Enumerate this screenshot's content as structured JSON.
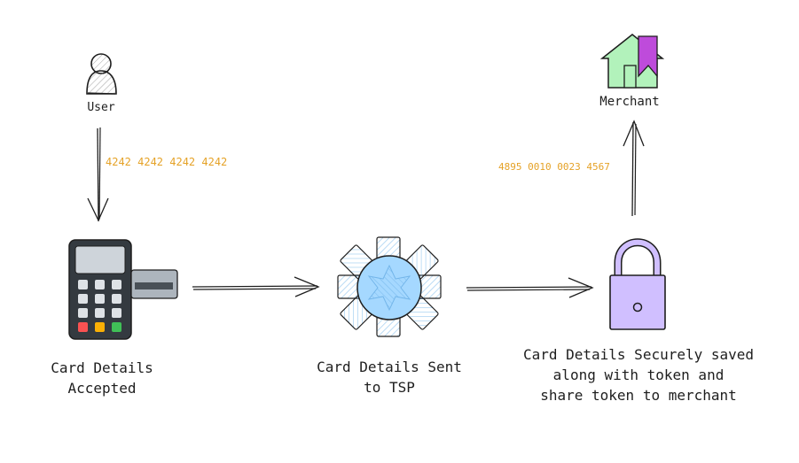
{
  "nodes": {
    "user": {
      "label": "User",
      "icon": "user-icon"
    },
    "pos": {
      "label": "Card Details\nAccepted",
      "icon": "card-terminal-icon"
    },
    "tsp": {
      "label": "Card Details Sent\nto TSP",
      "icon": "gear-icon"
    },
    "vault": {
      "label": "Card Details Securely saved\nalong with token and\nshare token to merchant",
      "icon": "lock-icon"
    },
    "merchant": {
      "label": "Merchant",
      "icon": "store-icon"
    }
  },
  "edges": {
    "user_to_pos": {
      "label": "4242 4242 4242 4242"
    },
    "vault_to_merchant": {
      "label": "4895 0010 0023 4567"
    }
  },
  "colors": {
    "stroke": "#1e1e1e",
    "number_text": "#e5a227",
    "tsp_fill": "#a5d8ff",
    "lock_fill": "#d0bfff",
    "store_fill": "#b2f2bb",
    "store_flag": "#be4bdb"
  }
}
